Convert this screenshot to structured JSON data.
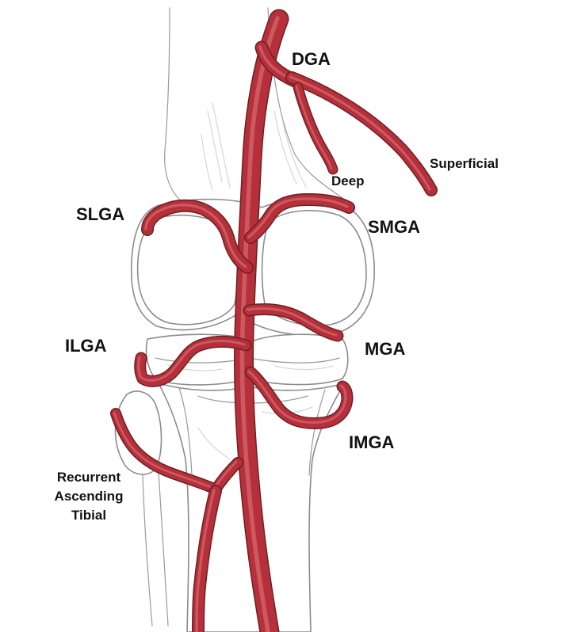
{
  "colors": {
    "artery": "#b5303a",
    "artery_dark": "#6e1f24",
    "artery_highlight": "#e07a80",
    "bone_outline": "#8c8c8c"
  },
  "labels": {
    "dga": "DGA",
    "deep": "Deep",
    "superficial": "Superficial",
    "slga": "SLGA",
    "smga": "SMGA",
    "ilga": "ILGA",
    "mga": "MGA",
    "imga": "IMGA",
    "recurrent_lines": [
      "Recurrent",
      "Ascending",
      "Tibial"
    ]
  }
}
